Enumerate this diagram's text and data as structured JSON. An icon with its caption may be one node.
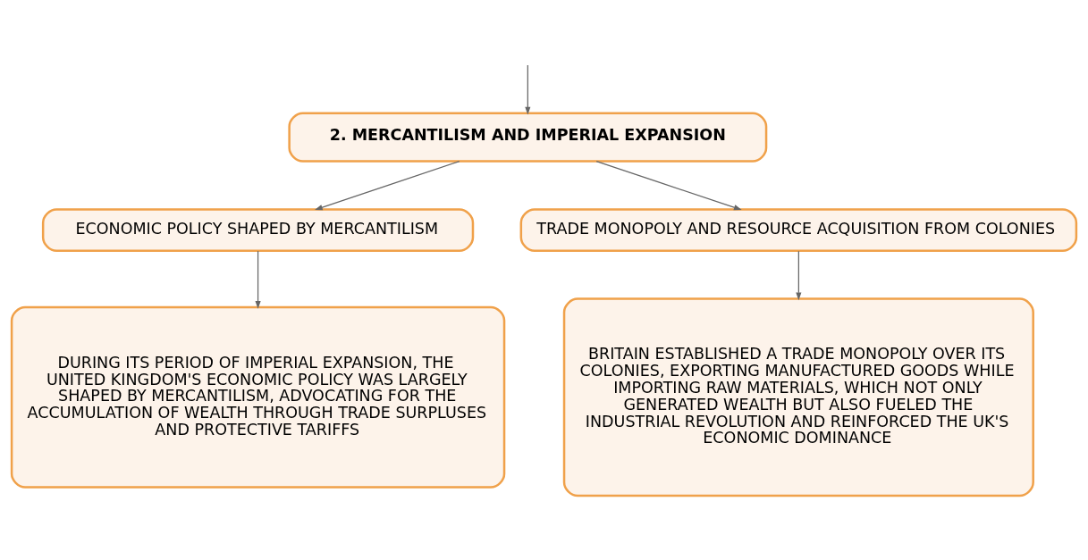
{
  "diagram": {
    "nodes": [
      {
        "text": [
          "2. MERCANTILISM AND IMPERIAL EXPANSION"
        ]
      },
      {
        "text": [
          "ECONOMIC POLICY SHAPED BY MERCANTILISM"
        ]
      },
      {
        "text": [
          "TRADE MONOPOLY AND RESOURCE ACQUISITION FROM COLONIES"
        ]
      },
      {
        "text": [
          "DURING ITS PERIOD OF IMPERIAL EXPANSION, THE UNITED KINGDOM'S ECONOMIC POLICY WAS LARGELY SHAPED BY MERCANTILISM, ADVOCATING FOR THE ACCUMULATION OF WEALTH THROUGH TRADE SURPLUSES AND PROTECTIVE TARIFFS"
        ]
      },
      {
        "text": [
          "BRITAIN ESTABLISHED A TRADE MONOPOLY OVER ITS COLONIES, EXPORTING MANUFACTURED GOODS WHILE IMPORTING RAW MATERIALS, WHICH NOT ONLY GENERATED WEALTH BUT ALSO FUELED THE INDUSTRIAL REVOLUTION AND REINFORCED THE UK'S ECONOMIC DOMINANCE"
        ]
      }
    ],
    "edges": [
      {
        "from": null,
        "to": 0,
        "arrow": "to"
      },
      {
        "from": 0,
        "to": 1,
        "arrow": "to"
      },
      {
        "from": 0,
        "to": 2,
        "arrow": "to"
      },
      {
        "from": 1,
        "to": 3,
        "arrow": "to"
      },
      {
        "from": 2,
        "to": 4,
        "arrow": "to"
      }
    ]
  }
}
